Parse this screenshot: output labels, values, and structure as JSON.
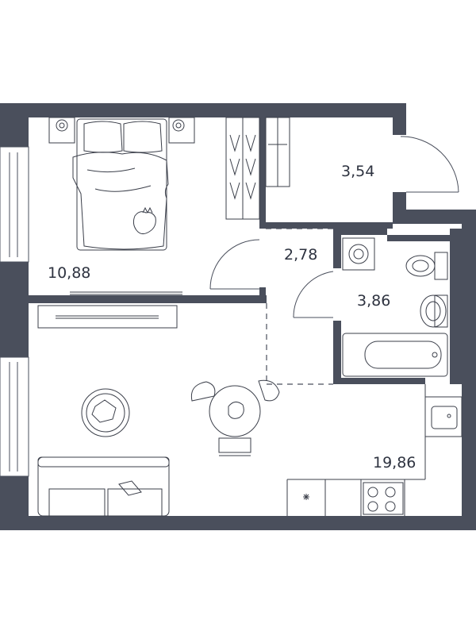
{
  "rooms": [
    {
      "id": "bedroom",
      "area": "10,88"
    },
    {
      "id": "hall",
      "area": "3,54"
    },
    {
      "id": "corridor",
      "area": "2,78"
    },
    {
      "id": "bathroom",
      "area": "3,86"
    },
    {
      "id": "living-kitchen",
      "area": "19,86"
    }
  ],
  "colors": {
    "wall": "#4a4f5c",
    "text": "#2e3340"
  }
}
